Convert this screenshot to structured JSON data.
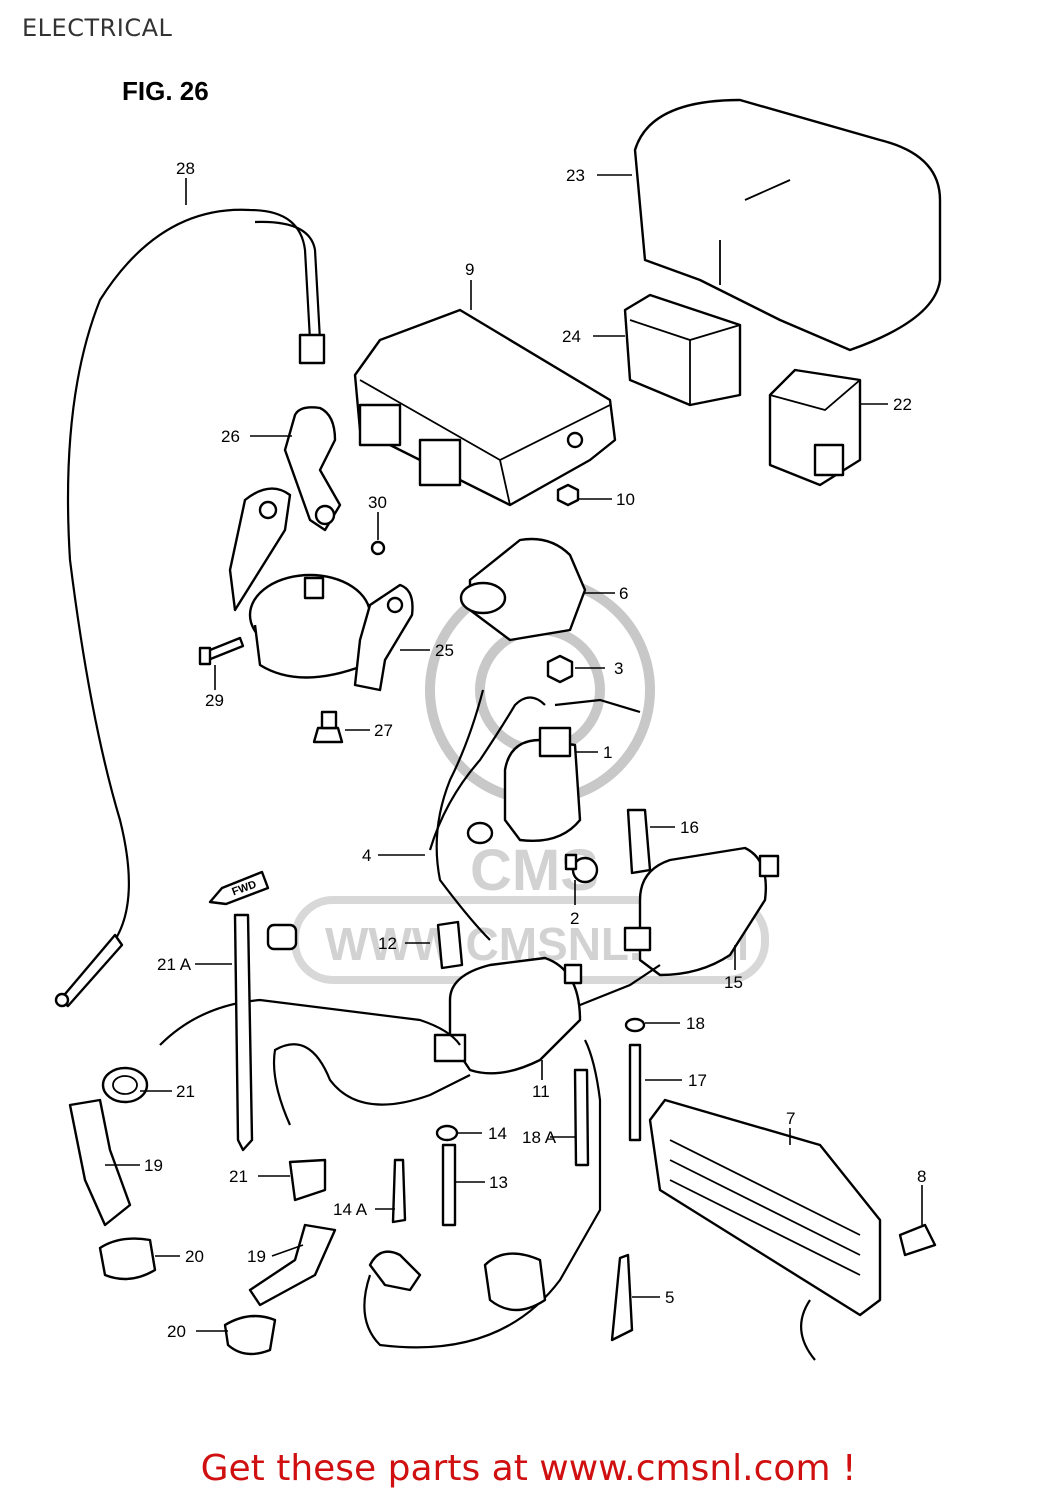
{
  "header": {
    "title": "ELECTRICAL"
  },
  "figure": {
    "title": "FIG. 26"
  },
  "watermark": {
    "brand": "CMS",
    "url": "WWW.CMSNL.COM"
  },
  "fwd_label": "FWD",
  "callouts": {
    "p1": "1",
    "p2": "2",
    "p3": "3",
    "p4": "4",
    "p5": "5",
    "p6": "6",
    "p7": "7",
    "p8": "8",
    "p9": "9",
    "p10": "10",
    "p11": "11",
    "p12": "12",
    "p13": "13",
    "p14": "14",
    "p14a": "14 A",
    "p15": "15",
    "p16": "16",
    "p17": "17",
    "p18": "18",
    "p18a": "18 A",
    "p19a": "19",
    "p19b": "19",
    "p20a": "20",
    "p20b": "20",
    "p21a": "21",
    "p21b": "21",
    "p21A": "21 A",
    "p22": "22",
    "p23": "23",
    "p24": "24",
    "p25": "25",
    "p26": "26",
    "p27": "27",
    "p28": "28",
    "p29": "29",
    "p30": "30"
  },
  "footer": {
    "cta": "Get these parts at www.cmsnl.com !"
  },
  "colors": {
    "cta": "#d01010",
    "ink": "#000000",
    "watermark": "#d2d2d2"
  }
}
